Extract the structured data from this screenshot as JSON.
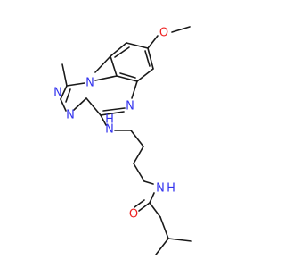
{
  "molecule": {
    "bond_color": "#1a1a1a",
    "nitrogen_color": "#3333ee",
    "oxygen_color": "#ee2222",
    "labels": {
      "o_methoxy": "O",
      "n_ring_top": "N",
      "n_ring_bottom": "N",
      "n_triazole_left": "N",
      "n_triazole_bottom": "N",
      "nh_amine": "N",
      "h_amine": "H",
      "nh_amide": "N",
      "h_amide": "H",
      "o_carbonyl": "O"
    }
  }
}
